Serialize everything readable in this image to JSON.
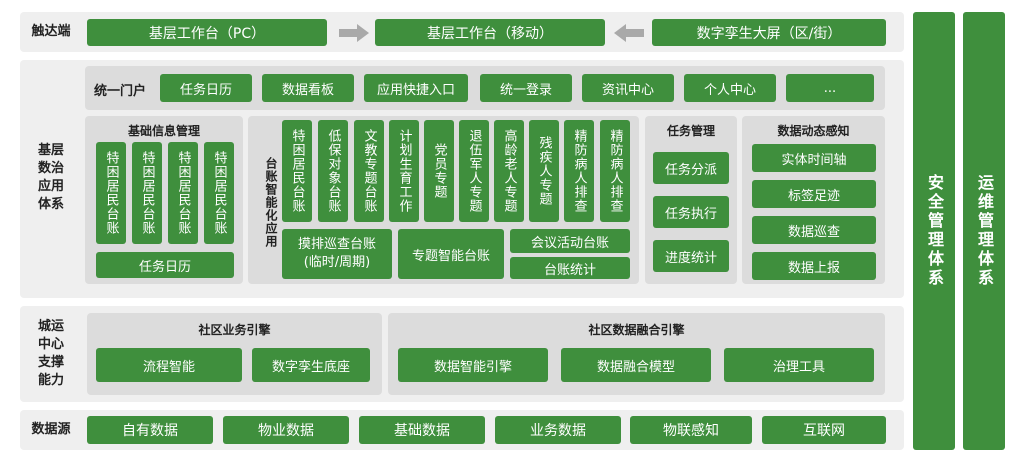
{
  "touch": {
    "label": "触达端",
    "pc": "基层工作台（PC）",
    "mobile": "基层工作台（移动）",
    "screen": "数字孪生大屏（区/街）"
  },
  "app": {
    "label": "基层\n数治\n应用\n体系",
    "portal": {
      "label": "统一门户",
      "items": [
        "任务日历",
        "数据看板",
        "应用快捷入口",
        "统一登录",
        "资讯中心",
        "个人中心",
        "..."
      ]
    },
    "basic": {
      "title": "基础信息管理",
      "ledgers": [
        "特困居民台账",
        "特困居民台账",
        "特困居民台账",
        "特困居民台账"
      ],
      "calendar": "任务日历"
    },
    "smart": {
      "title": "台账智能化应用",
      "columns": [
        "特困居民台账",
        "低保对象台账",
        "文教专题台账",
        "计划生育工作",
        "党员专题",
        "退伍军人专题",
        "高龄老人专题",
        "残疾人专题",
        "精防病人排查",
        "精防病人排查"
      ],
      "survey": "摸排巡查台账\n(临时/周期)",
      "topic": "专题智能台账",
      "meeting": "会议活动台账",
      "stats": "台账统计"
    },
    "task": {
      "title": "任务管理",
      "items": [
        "任务分派",
        "任务执行",
        "进度统计"
      ]
    },
    "perception": {
      "title": "数据动态感知",
      "items": [
        "实体时间轴",
        "标签足迹",
        "数据巡查",
        "数据上报"
      ]
    }
  },
  "ops": {
    "label": "城运\n中心\n支撑\n能力",
    "business": {
      "title": "社区业务引擎",
      "items": [
        "流程智能",
        "数字孪生底座"
      ]
    },
    "fusion": {
      "title": "社区数据融合引擎",
      "items": [
        "数据智能引擎",
        "数据融合模型",
        "治理工具"
      ]
    }
  },
  "source": {
    "label": "数据源",
    "items": [
      "自有数据",
      "物业数据",
      "基础数据",
      "业务数据",
      "物联感知",
      "互联网"
    ]
  },
  "security": "安全管理体系",
  "maintenance": "运维管理体系",
  "colors": {
    "green": "#3f8f3d",
    "band": "#efefef",
    "panel": "#dcdcdc",
    "arrow": "#a9a9a9"
  }
}
